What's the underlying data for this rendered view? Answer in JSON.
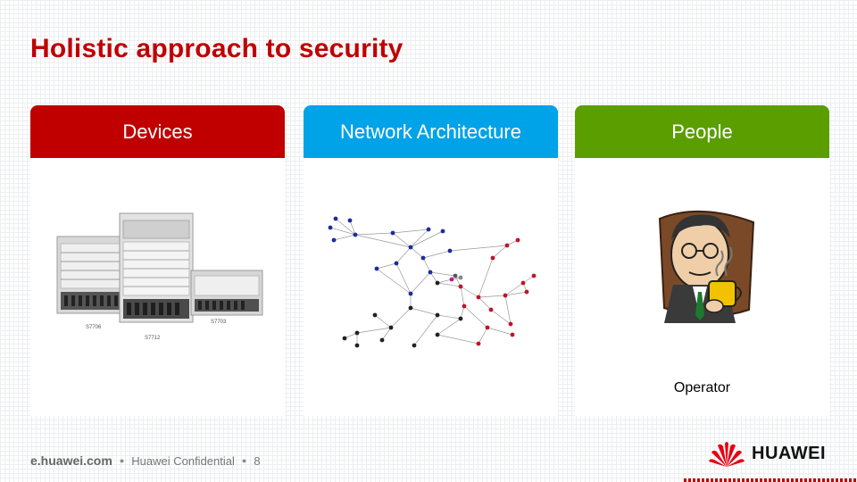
{
  "slide": {
    "title": "Holistic approach to security"
  },
  "panels": [
    {
      "label": "Devices",
      "color": "#c00000",
      "image": "network-switch-chassis-photo",
      "device_labels": [
        "S7706",
        "S7712",
        "S7703"
      ]
    },
    {
      "label": "Network Architecture",
      "color": "#00a2e8",
      "image": "network-topology-graph"
    },
    {
      "label": "People",
      "color": "#5a9e00",
      "image": "operator-drinking-coffee-clipart",
      "caption": "Operator"
    }
  ],
  "footer": {
    "site": "e.huawei.com",
    "confidential": "Huawei Confidential",
    "page_number": "8"
  },
  "logo": {
    "text": "HUAWEI",
    "color": "#e60012"
  }
}
